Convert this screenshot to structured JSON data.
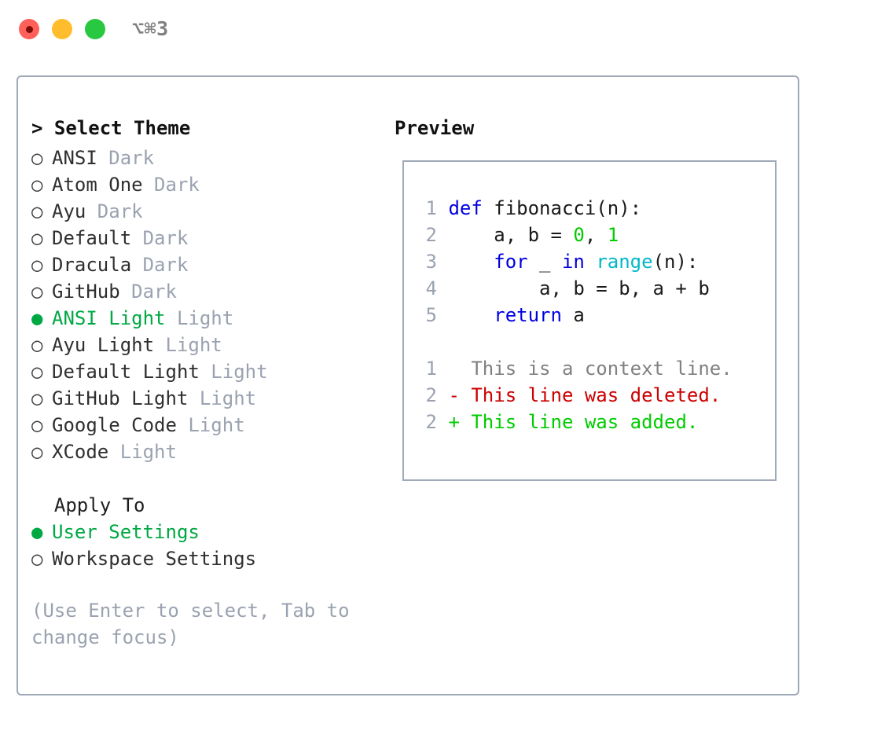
{
  "titlebar": {
    "shortcut": "⌥⌘3",
    "buttons": {
      "close": "close",
      "minimize": "minimize",
      "maximize": "maximize"
    }
  },
  "theme_panel": {
    "header": "> Select Theme",
    "items": [
      {
        "marker": "○",
        "name": "ANSI",
        "suffix": "Dark",
        "selected": false
      },
      {
        "marker": "○",
        "name": "Atom One",
        "suffix": "Dark",
        "selected": false
      },
      {
        "marker": "○",
        "name": "Ayu",
        "suffix": "Dark",
        "selected": false
      },
      {
        "marker": "○",
        "name": "Default",
        "suffix": "Dark",
        "selected": false
      },
      {
        "marker": "○",
        "name": "Dracula",
        "suffix": "Dark",
        "selected": false
      },
      {
        "marker": "○",
        "name": "GitHub",
        "suffix": "Dark",
        "selected": false
      },
      {
        "marker": "●",
        "name": "ANSI Light",
        "suffix": "Light",
        "selected": true
      },
      {
        "marker": "○",
        "name": "Ayu Light",
        "suffix": "Light",
        "selected": false
      },
      {
        "marker": "○",
        "name": "Default Light",
        "suffix": "Light",
        "selected": false
      },
      {
        "marker": "○",
        "name": "GitHub Light",
        "suffix": "Light",
        "selected": false
      },
      {
        "marker": "○",
        "name": "Google Code",
        "suffix": "Light",
        "selected": false
      },
      {
        "marker": "○",
        "name": "XCode",
        "suffix": "Light",
        "selected": false
      }
    ]
  },
  "apply_to": {
    "header": "  Apply To",
    "items": [
      {
        "marker": "●",
        "name": "User Settings",
        "selected": true
      },
      {
        "marker": "○",
        "name": "Workspace Settings",
        "selected": false
      }
    ]
  },
  "hint": "(Use Enter to select, Tab to change focus)",
  "preview": {
    "title": "Preview",
    "code_lines": [
      {
        "number": "1",
        "tokens": [
          {
            "text": " ",
            "type": "txt"
          },
          {
            "text": "def",
            "type": "kw"
          },
          {
            "text": " fibonacci(n):",
            "type": "txt"
          }
        ]
      },
      {
        "number": "2",
        "tokens": [
          {
            "text": "     a, b = ",
            "type": "txt"
          },
          {
            "text": "0",
            "type": "num"
          },
          {
            "text": ", ",
            "type": "txt"
          },
          {
            "text": "1",
            "type": "num"
          }
        ]
      },
      {
        "number": "3",
        "tokens": [
          {
            "text": "     ",
            "type": "txt"
          },
          {
            "text": "for",
            "type": "kw"
          },
          {
            "text": " _ ",
            "type": "txt"
          },
          {
            "text": "in",
            "type": "kw"
          },
          {
            "text": " ",
            "type": "txt"
          },
          {
            "text": "range",
            "type": "fn"
          },
          {
            "text": "(n):",
            "type": "txt"
          }
        ]
      },
      {
        "number": "4",
        "tokens": [
          {
            "text": "         a, b = b, a + b",
            "type": "txt"
          }
        ]
      },
      {
        "number": "5",
        "tokens": [
          {
            "text": "     ",
            "type": "txt"
          },
          {
            "text": "return",
            "type": "kw"
          },
          {
            "text": " a",
            "type": "txt"
          }
        ]
      }
    ],
    "diff_lines": [
      {
        "number": "1",
        "marker": "  ",
        "text": " This is a context line.",
        "type": "ctx"
      },
      {
        "number": "2",
        "marker": " -",
        "text": " This line was deleted.",
        "type": "del"
      },
      {
        "number": "2",
        "marker": " +",
        "text": " This line was added.",
        "type": "add"
      }
    ]
  },
  "colors": {
    "selected_green": "#00a843",
    "keyword_blue": "#0000e0",
    "builtin_cyan": "#00b8c8",
    "number_green": "#00cc00",
    "diff_deleted": "#cc0000",
    "diff_added": "#00cc00",
    "muted_gray": "#9aa2b0",
    "border": "#9fa9b7"
  }
}
